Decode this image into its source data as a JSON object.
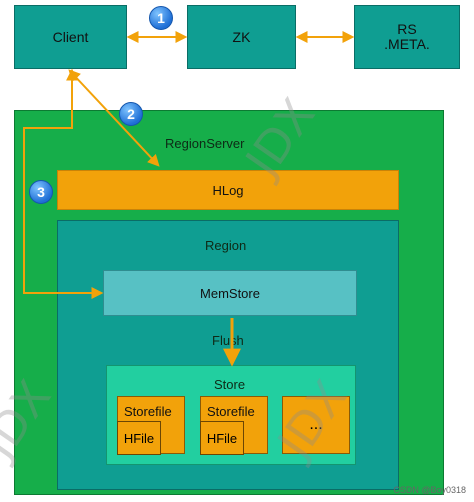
{
  "nodes": {
    "client": "Client",
    "zk": "ZK",
    "rs_meta": "RS\n.META.",
    "region_server": "RegionServer",
    "hlog": "HLog",
    "region": "Region",
    "memstore": "MemStore",
    "flush": "Flush",
    "store": "Store",
    "storefile_1": "Storefile",
    "hfile_1": "HFile",
    "storefile_2": "Storefile",
    "hfile_2": "HFile",
    "more": "..."
  },
  "steps": [
    "1",
    "2",
    "3"
  ],
  "watermark": "JDX",
  "footer": "CSDN @Boy0318",
  "colors": {
    "teal": "#0f9e92",
    "green": "#16ae4a",
    "orange": "#f2a20a",
    "memstore": "#57c1c4",
    "store": "#22cfa0",
    "step_blue": "#1f6fd6"
  }
}
